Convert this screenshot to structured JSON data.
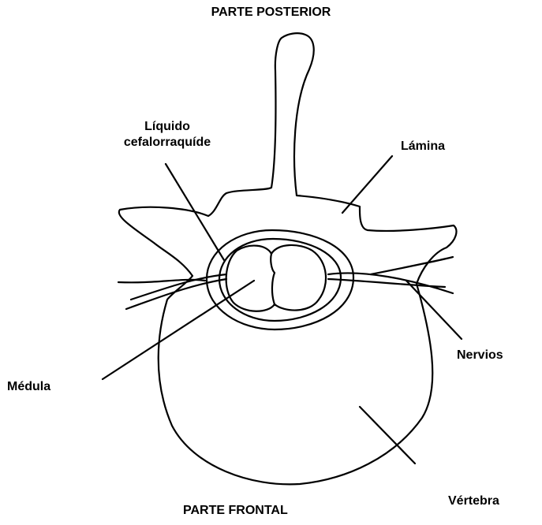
{
  "diagram": {
    "title_top": "PARTE POSTERIOR",
    "title_bottom": "PARTE FRONTAL",
    "labels": {
      "csf_line1": "Líquido",
      "csf_line2": "cefalorraquíde",
      "lamina": "Lámina",
      "nervios": "Nervios",
      "medula": "Médula",
      "vertebra": "Vértebra"
    },
    "colors": {
      "stroke": "#000000",
      "background": "#ffffff"
    }
  }
}
